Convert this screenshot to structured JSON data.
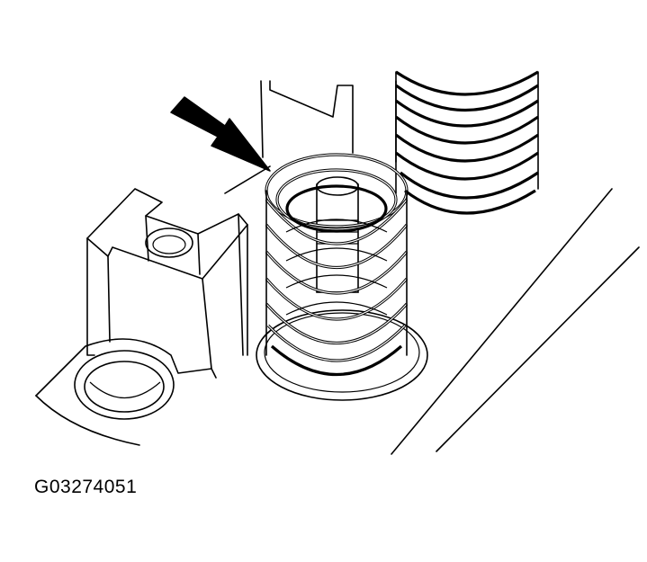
{
  "figure": {
    "code": "G03274051",
    "ink_color": "#000000",
    "paper_color": "#ffffff",
    "pointer": "arrow-icon",
    "parts": [
      "valve-spring",
      "valve-stem",
      "spring-seat",
      "rocker-pedestal",
      "adjacent-valve-spring",
      "cylinder-head-edge"
    ]
  }
}
